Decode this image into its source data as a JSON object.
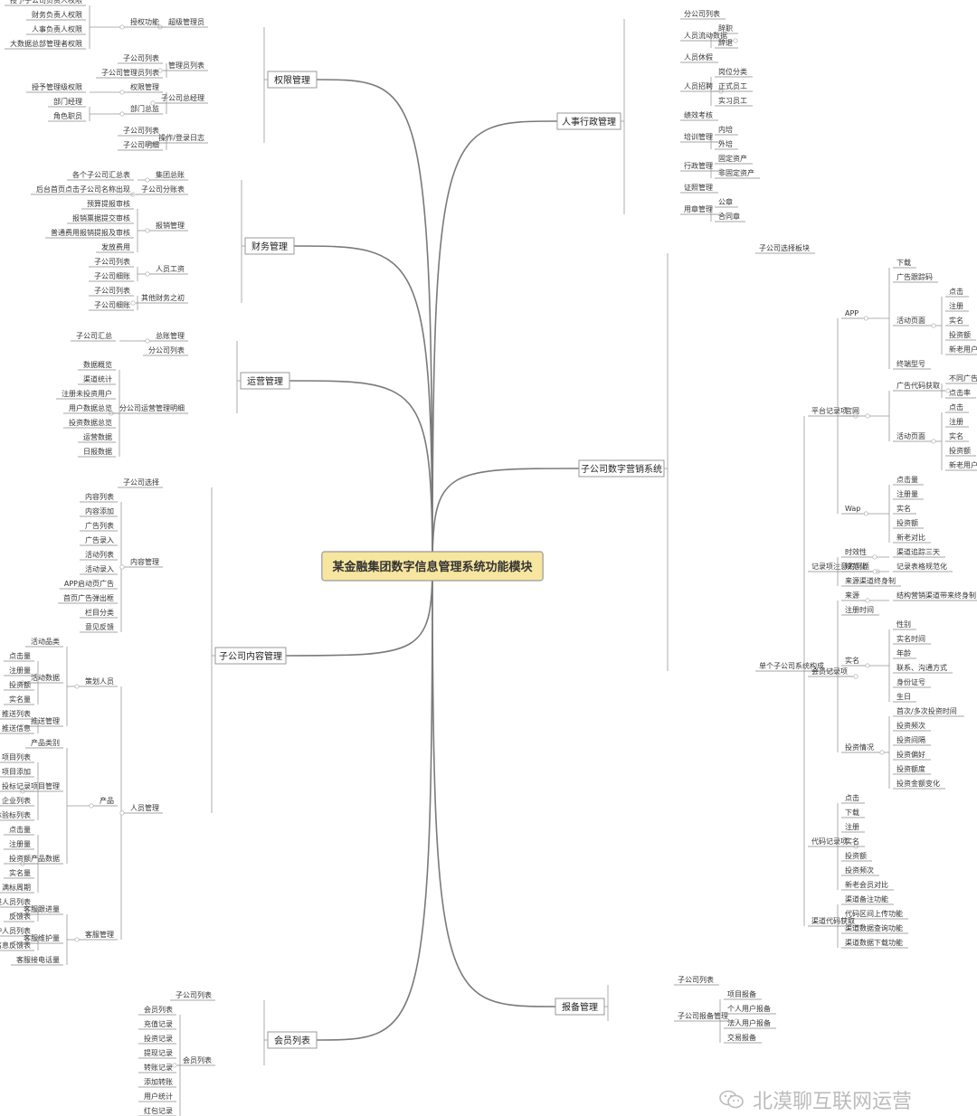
{
  "center": "某金融集团数字信息管理系统功能模块",
  "branches": [
    {
      "label": "权限管理",
      "children": [
        {
          "label": "超级管理员",
          "children": [
            {
              "label": "授权功能",
              "children": [
                {
                  "label": "授予子公司负责人权限"
                },
                {
                  "label": "财务负责人权限"
                },
                {
                  "label": "人事负责人权限"
                },
                {
                  "label": "大数据总部管理者权限"
                }
              ]
            }
          ]
        },
        {
          "label": "管理员列表",
          "children": [
            {
              "label": "子公司列表"
            },
            {
              "label": "子公司管理员列表"
            }
          ]
        },
        {
          "label": "子公司总经理",
          "children": [
            {
              "label": "权限管理",
              "children": [
                {
                  "label": "授予管理级权限"
                }
              ]
            },
            {
              "label": "部门总监",
              "children": [
                {
                  "label": "部门经理"
                },
                {
                  "label": "角色职员"
                }
              ]
            }
          ]
        },
        {
          "label": "操作/登录日志",
          "children": [
            {
              "label": "子公司列表"
            },
            {
              "label": "子公司明细"
            }
          ]
        }
      ]
    },
    {
      "label": "财务管理",
      "children": [
        {
          "label": "集团总账",
          "children": [
            {
              "label": "各个子公司汇总表"
            }
          ]
        },
        {
          "label": "子公司分账表",
          "children": [
            {
              "label": "后台首页点击子公司名称出现"
            }
          ]
        },
        {
          "label": "报销管理",
          "children": [
            {
              "label": "预算提报审核"
            },
            {
              "label": "报销票据提交审核"
            },
            {
              "label": "普通费用报销提报及审核"
            },
            {
              "label": "发放费用"
            }
          ]
        },
        {
          "label": "人员工资",
          "children": [
            {
              "label": "子公司列表"
            },
            {
              "label": "子公司细账"
            }
          ]
        },
        {
          "label": "其他财务之初",
          "children": [
            {
              "label": "子公司列表"
            },
            {
              "label": "子公司细账"
            }
          ]
        }
      ]
    },
    {
      "label": "运营管理",
      "children": [
        {
          "label": "总账管理",
          "children": [
            {
              "label": "子公司汇总"
            }
          ]
        },
        {
          "label": "分公司列表"
        },
        {
          "label": "分公司运营管理明细",
          "children": [
            {
              "label": "数据概览"
            },
            {
              "label": "渠道统计"
            },
            {
              "label": "注册未投资用户"
            },
            {
              "label": "用户数据总览"
            },
            {
              "label": "投资数据总览"
            },
            {
              "label": "运营数据"
            },
            {
              "label": "日报数据"
            }
          ]
        }
      ]
    },
    {
      "label": "子公司内容管理",
      "children": [
        {
          "label": "子公司选择"
        },
        {
          "label": "内容管理",
          "children": [
            {
              "label": "内容列表"
            },
            {
              "label": "内容添加"
            },
            {
              "label": "广告列表"
            },
            {
              "label": "广告录入"
            },
            {
              "label": "活动列表"
            },
            {
              "label": "活动录入"
            },
            {
              "label": "APP启动页广告"
            },
            {
              "label": "首页广告弹出框"
            },
            {
              "label": "栏目分类"
            },
            {
              "label": "意见反馈"
            }
          ]
        },
        {
          "label": "人员管理",
          "children": [
            {
              "label": "策划人员",
              "children": [
                {
                  "label": "活动品类"
                },
                {
                  "label": "活动数据",
                  "children": [
                    {
                      "label": "点击量"
                    },
                    {
                      "label": "注册量"
                    },
                    {
                      "label": "投资额"
                    },
                    {
                      "label": "实名量"
                    }
                  ]
                },
                {
                  "label": "推送管理",
                  "children": [
                    {
                      "label": "推送列表"
                    },
                    {
                      "label": "推送信息"
                    }
                  ]
                }
              ]
            },
            {
              "label": "产品",
              "children": [
                {
                  "label": "产品类别"
                },
                {
                  "label": "项目管理",
                  "children": [
                    {
                      "label": "项目列表"
                    },
                    {
                      "label": "项目添加"
                    },
                    {
                      "label": "投标记录"
                    },
                    {
                      "label": "企业列表"
                    },
                    {
                      "label": "体验标列表"
                    }
                  ]
                },
                {
                  "label": "产品数据",
                  "children": [
                    {
                      "label": "点击量"
                    },
                    {
                      "label": "注册量"
                    },
                    {
                      "label": "投资额"
                    },
                    {
                      "label": "实名量"
                    },
                    {
                      "label": "满标周期"
                    }
                  ]
                }
              ]
            },
            {
              "label": "客服管理",
              "children": [
                {
                  "label": "客服跟进量",
                  "children": [
                    {
                      "label": "跟进人员列表"
                    },
                    {
                      "label": "反馈表"
                    }
                  ]
                },
                {
                  "label": "客服维护量",
                  "children": [
                    {
                      "label": "维护人员列表"
                    },
                    {
                      "label": "信息反馈表"
                    }
                  ]
                },
                {
                  "label": "客服接电话量"
                }
              ]
            }
          ]
        }
      ]
    },
    {
      "label": "会员列表",
      "children": [
        {
          "label": "子公司列表"
        },
        {
          "label": "会员列表",
          "children": [
            {
              "label": "会员列表"
            },
            {
              "label": "充值记录"
            },
            {
              "label": "投资记录"
            },
            {
              "label": "提现记录"
            },
            {
              "label": "转账记录"
            },
            {
              "label": "添加转账"
            },
            {
              "label": "用户统计"
            },
            {
              "label": "红包记录"
            }
          ]
        }
      ]
    },
    {
      "label": "人事行政管理",
      "children": [
        {
          "label": "分公司列表"
        },
        {
          "label": "人员流动数据",
          "children": [
            {
              "label": "辞职"
            },
            {
              "label": "辞退"
            }
          ]
        },
        {
          "label": "人员休假"
        },
        {
          "label": "人员招聘",
          "children": [
            {
              "label": "岗位分类"
            },
            {
              "label": "正式员工"
            },
            {
              "label": "实习员工"
            }
          ]
        },
        {
          "label": "绩效考核"
        },
        {
          "label": "培训管理",
          "children": [
            {
              "label": "内培"
            },
            {
              "label": "外培"
            }
          ]
        },
        {
          "label": "行政管理",
          "children": [
            {
              "label": "固定资产"
            },
            {
              "label": "非固定资产"
            }
          ]
        },
        {
          "label": "证照管理"
        },
        {
          "label": "用章管理",
          "children": [
            {
              "label": "公章"
            },
            {
              "label": "合同章"
            }
          ]
        }
      ]
    },
    {
      "label": "子公司数字营销系统",
      "children": [
        {
          "label": "子公司选择板块"
        },
        {
          "label": "单个子公司系统构成",
          "children": [
            {
              "label": "平台记录项",
              "children": [
                {
                  "label": "APP",
                  "children": [
                    {
                      "label": "下载"
                    },
                    {
                      "label": "广告跟踪码"
                    },
                    {
                      "label": "活动页面",
                      "children": [
                        {
                          "label": "点击"
                        },
                        {
                          "label": "注册"
                        },
                        {
                          "label": "实名"
                        },
                        {
                          "label": "投资额"
                        },
                        {
                          "label": "新老用户投资对比"
                        }
                      ]
                    },
                    {
                      "label": "终端型号"
                    }
                  ]
                },
                {
                  "label": "官网",
                  "children": [
                    {
                      "label": "广告代码获取",
                      "children": [
                        {
                          "label": "不同广告位点击量"
                        },
                        {
                          "label": "点击率"
                        }
                      ]
                    },
                    {
                      "label": "活动页面",
                      "children": [
                        {
                          "label": "点击"
                        },
                        {
                          "label": "注册"
                        },
                        {
                          "label": "实名"
                        },
                        {
                          "label": "投资额"
                        },
                        {
                          "label": "新老用户投资对比"
                        }
                      ]
                    }
                  ]
                },
                {
                  "label": "Wap",
                  "children": [
                    {
                      "label": "点击量"
                    },
                    {
                      "label": "注册量"
                    },
                    {
                      "label": "实名"
                    },
                    {
                      "label": "投资额"
                    },
                    {
                      "label": "新老对比"
                    }
                  ]
                }
              ]
            },
            {
              "label": "记录项注意的问题",
              "children": [
                {
                  "label": "时效性",
                  "children": [
                    {
                      "label": "渠道追踪三天"
                    }
                  ]
                },
                {
                  "label": "规范化",
                  "children": [
                    {
                      "label": "记录表格规范化"
                    }
                  ]
                },
                {
                  "label": "来源渠道终身制"
                }
              ]
            },
            {
              "label": "会员记录项",
              "children": [
                {
                  "label": "来源",
                  "children": [
                    {
                      "label": "结构营销渠道带来终身制"
                    }
                  ]
                },
                {
                  "label": "注册时间"
                },
                {
                  "label": "实名",
                  "children": [
                    {
                      "label": "性别"
                    },
                    {
                      "label": "实名时间"
                    },
                    {
                      "label": "年龄"
                    },
                    {
                      "label": "联系、沟通方式"
                    },
                    {
                      "label": "身份证号"
                    },
                    {
                      "label": "生日"
                    }
                  ]
                },
                {
                  "label": "投资情况",
                  "children": [
                    {
                      "label": "首次/多次投资时间"
                    },
                    {
                      "label": "投资频次"
                    },
                    {
                      "label": "投资间隔"
                    },
                    {
                      "label": "投资偏好"
                    },
                    {
                      "label": "投资额度"
                    },
                    {
                      "label": "投资金额变化"
                    }
                  ]
                }
              ]
            },
            {
              "label": "代码记录项",
              "children": [
                {
                  "label": "点击"
                },
                {
                  "label": "下载"
                },
                {
                  "label": "注册"
                },
                {
                  "label": "实名"
                },
                {
                  "label": "投资额"
                },
                {
                  "label": "投资频次"
                },
                {
                  "label": "新老会员对比"
                }
              ]
            },
            {
              "label": "渠道代码获取",
              "children": [
                {
                  "label": "渠道备注功能"
                },
                {
                  "label": "代码区间上传功能"
                },
                {
                  "label": "渠道数据查询功能"
                },
                {
                  "label": "渠道数据下载功能"
                }
              ]
            }
          ]
        }
      ]
    },
    {
      "label": "报备管理",
      "children": [
        {
          "label": "子公司列表"
        },
        {
          "label": "子公司报备管理",
          "children": [
            {
              "label": "项目报备"
            },
            {
              "label": "个人用户报备"
            },
            {
              "label": "法人用户报备"
            },
            {
              "label": "交易报备"
            }
          ]
        }
      ]
    }
  ],
  "watermark": "北漠聊互联网运营",
  "colors": {
    "center_fill": "#f7e6a0",
    "line": "#7a7a7a",
    "text": "#333333",
    "watermark": "#bbbbbb"
  }
}
